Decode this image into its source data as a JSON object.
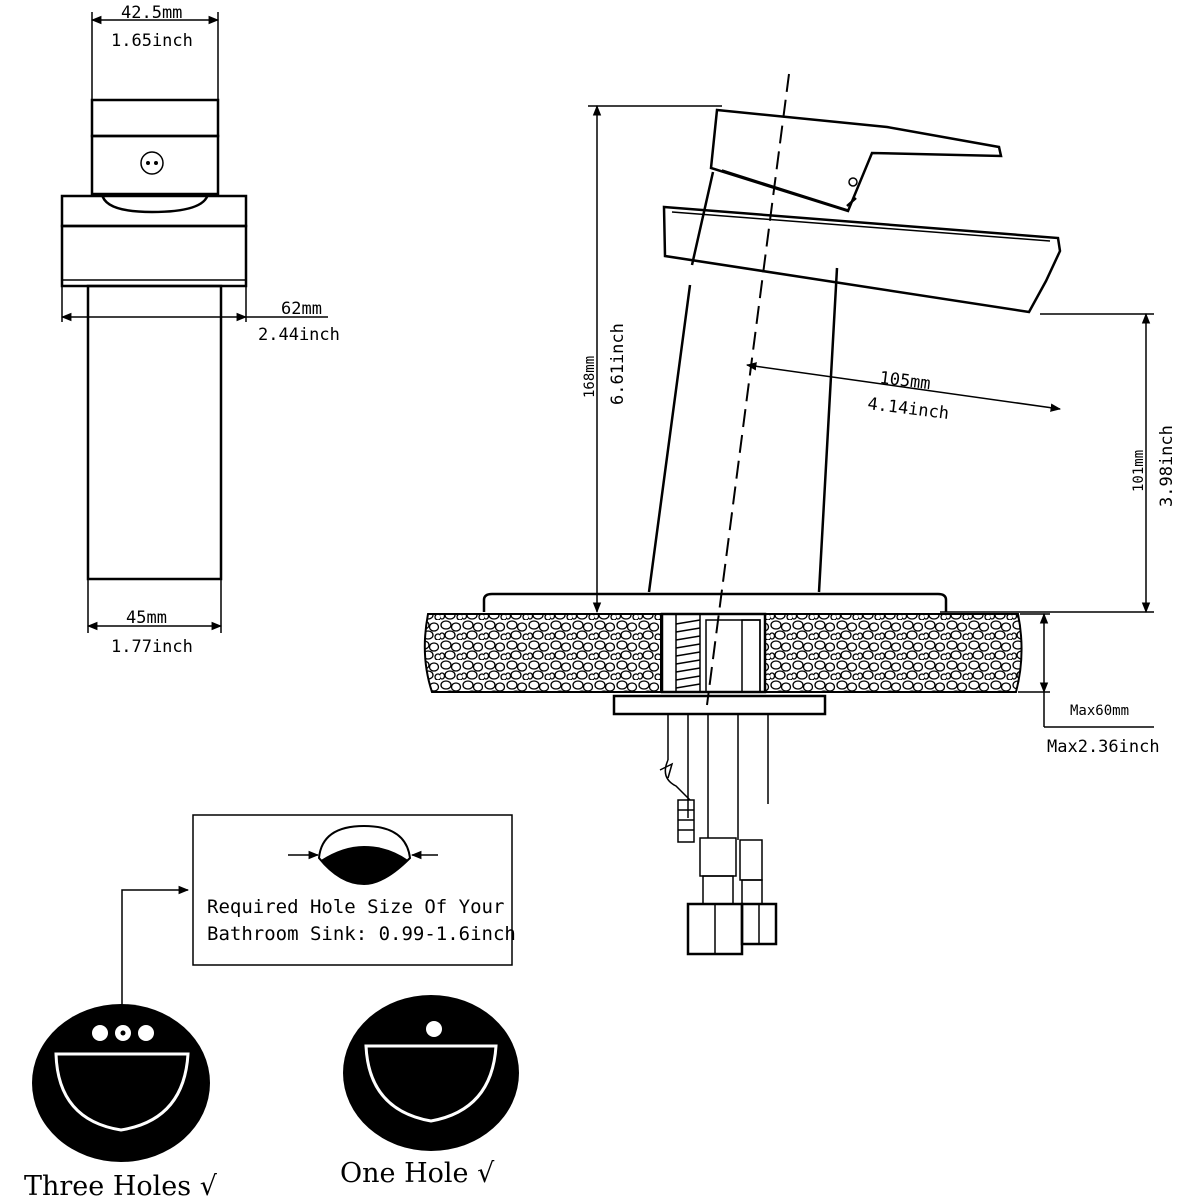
{
  "side_view": {
    "top_width_mm": "42.5mm",
    "top_width_inch": "1.65inch",
    "depth_mm": "62mm",
    "depth_inch": "2.44inch",
    "base_width_mm": "45mm",
    "base_width_inch": "1.77inch"
  },
  "front_view": {
    "height_mm": "168mm",
    "height_inch": "6.61inch",
    "reach_mm": "105mm",
    "reach_inch": "4.14inch",
    "spout_height_mm": "101mm",
    "spout_height_inch": "3.98inch",
    "max_deck_mm": "Max60mm",
    "max_deck_inch": "Max2.36inch"
  },
  "hole_note": {
    "line1": "Required Hole Size Of Your",
    "line2": "Bathroom Sink: 0.99-1.6inch"
  },
  "sinks": [
    {
      "label": "Three Holes √",
      "holes": 3
    },
    {
      "label": "One Hole  √",
      "holes": 1
    }
  ],
  "colors": {
    "ink": "#000000",
    "paper": "#ffffff"
  }
}
